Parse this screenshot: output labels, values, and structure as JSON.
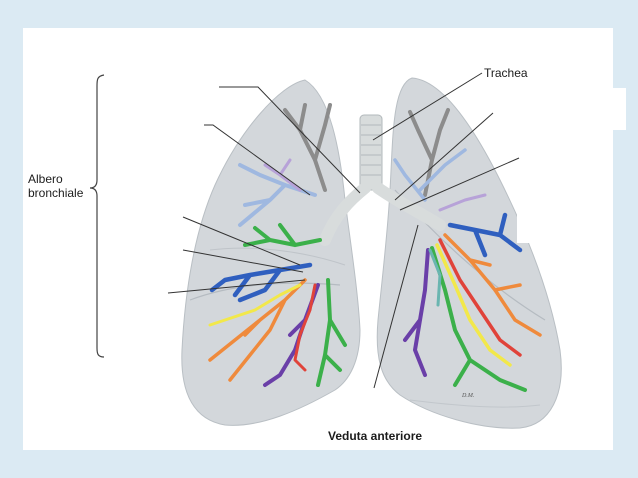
{
  "labels": {
    "group": "Albero\nbronchiale",
    "trachea": "Trachea",
    "caption": "Veduta anteriore"
  },
  "signature": "D.M.",
  "colors": {
    "background": "#dbeaf3",
    "lung": "#d3d7db",
    "trachea": "#d8dcdc",
    "bronchus_gray": "#8c8c8c",
    "bronchus_lightblue": "#9fb8e0",
    "bronchus_lavender": "#b7a2d8",
    "bronchus_blue": "#2f5fbf",
    "bronchus_green": "#3bb04a",
    "bronchus_yellow": "#f2e84a",
    "bronchus_orange": "#ef8a3c",
    "bronchus_red": "#e0433a",
    "bronchus_purple": "#6a3fa8",
    "bronchus_teal": "#6ab5b0"
  }
}
